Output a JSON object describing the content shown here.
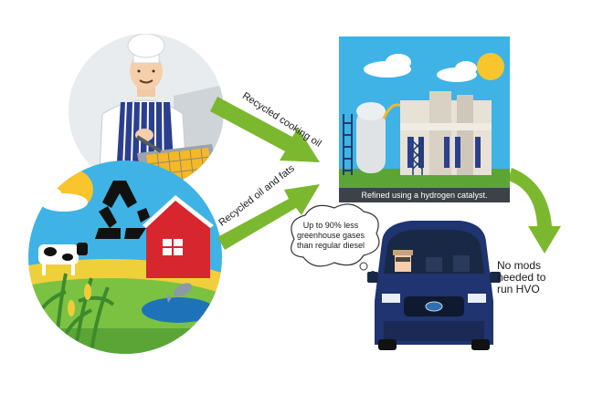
{
  "diagram": {
    "arrow_top_label": "Recycled cooking oil",
    "arrow_bottom_label": "Recycled oil and fats",
    "refinery_caption": "Refined using a hydrogen catalyst.",
    "thought_bubble": "Up to 90% less greenhouse gases than regular diesel",
    "right_note": "No mods needed to run HVO"
  },
  "colors": {
    "arrow_green": "#7cb82f",
    "sky_blue": "#3fb3e6",
    "van_blue": "#1f3470",
    "barn_red": "#d8262e",
    "recycle_black": "#111111"
  },
  "icons": [
    "chef-figure",
    "fryer-icon",
    "recycle-icon",
    "barn-icon",
    "cow-icon",
    "corn-icon",
    "fish-icon",
    "refinery-icon",
    "van-icon",
    "sun-icon",
    "cloud-icon",
    "driver-icon"
  ]
}
